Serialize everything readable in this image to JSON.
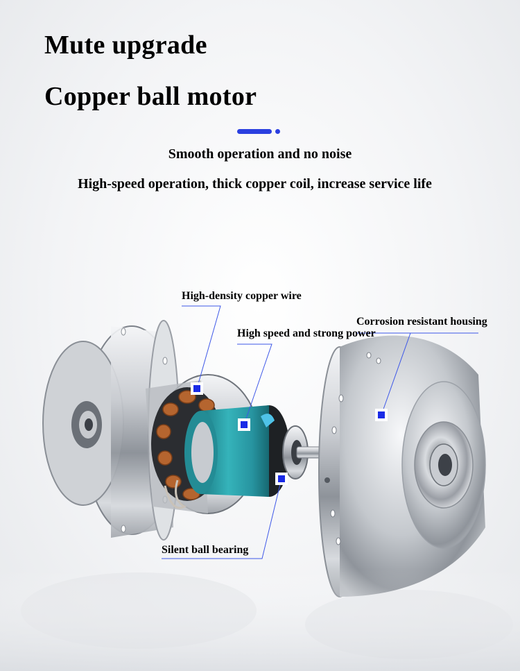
{
  "header": {
    "title_line1": "Mute upgrade",
    "title_line2": "Copper ball motor",
    "subtitle": "Smooth operation and no noise",
    "description": "High-speed operation, thick copper coil, increase service life"
  },
  "callouts": {
    "copper_wire": "High-density copper wire",
    "speed_power": "High speed and strong power",
    "housing": "Corrosion resistant housing",
    "bearing": "Silent ball bearing"
  },
  "colors": {
    "accent": "#2a3fe0",
    "marker": "#1a2be6",
    "leader": "#3d57e8",
    "copper": "#b5652f",
    "rotor": "#2aa0a8"
  }
}
